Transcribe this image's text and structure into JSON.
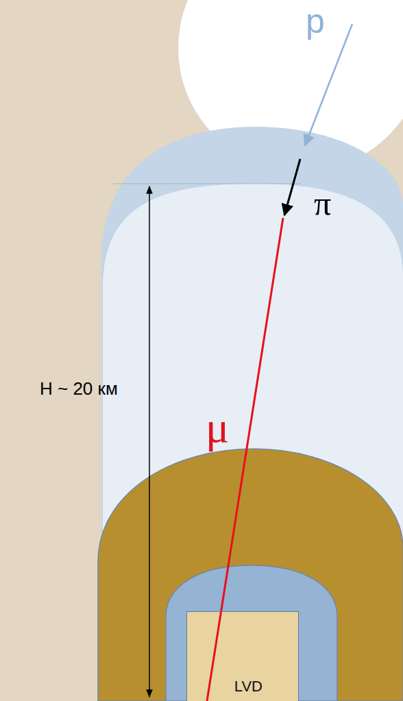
{
  "diagram": {
    "nodes": [
      {
        "text": [
          "LVD"
        ]
      }
    ],
    "labels": [
      "p",
      "π",
      "H ~ 20 км",
      "μ"
    ]
  }
}
